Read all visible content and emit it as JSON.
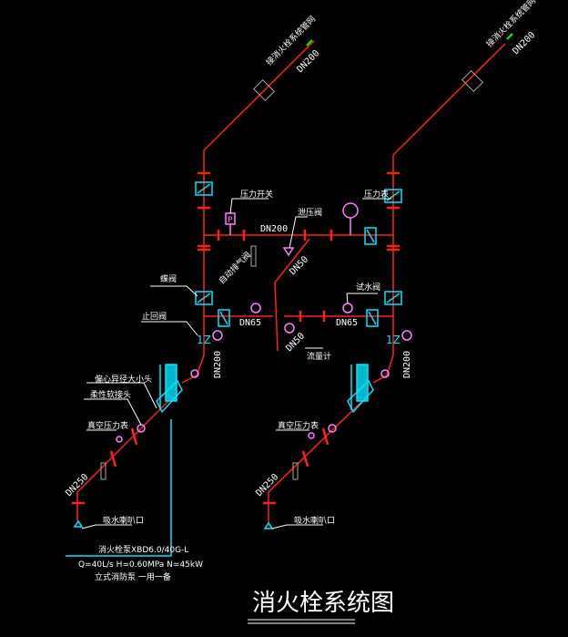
{
  "title": "消火栓系统图",
  "labels": {
    "to_network_left": "接消火栓系统管网",
    "to_network_right": "接消火栓系统管网",
    "dn200_top_left": "DN200",
    "dn200_top_right": "DN200",
    "dn200_horizontal": "DN200",
    "dn200_riser_left": "DN200",
    "dn200_riser_right": "DN200",
    "pressure_switch": "压力开关",
    "relief_valve": "泄压阀",
    "pressure_gauge": "压力表",
    "auto_valve": "自动排气阀",
    "dn50_upper": "DN50",
    "dn50_lower": "DN50",
    "butterfly_valve": "蝶阀",
    "check_valve": "止回阀",
    "dn65_left": "DN65",
    "dn65_right": "DN65",
    "test_valve": "试水阀",
    "flow_meter": "流量计",
    "eccentric_reducer": "偏心异径大小头",
    "flexible_joint": "柔性软接头",
    "vacuum_gauge_left": "真空压力表",
    "vacuum_gauge_right": "真空压力表",
    "dn250_left": "DN250",
    "dn250_right": "DN250",
    "suction_bell_left": "吸水喇叭口",
    "suction_bell_right": "吸水喇叭口",
    "pump_model": "消火栓泵XBD6.0/40G-L",
    "pump_spec": "Q=40L/s  H=0.60MPa N=45kW",
    "pump_note": "立式消防泵  一用一备"
  },
  "colors": {
    "pipe": "#ff2020",
    "valve": "#00e5ff",
    "gauge": "#ff80ff",
    "text": "#ffffff",
    "background": "#000000"
  }
}
